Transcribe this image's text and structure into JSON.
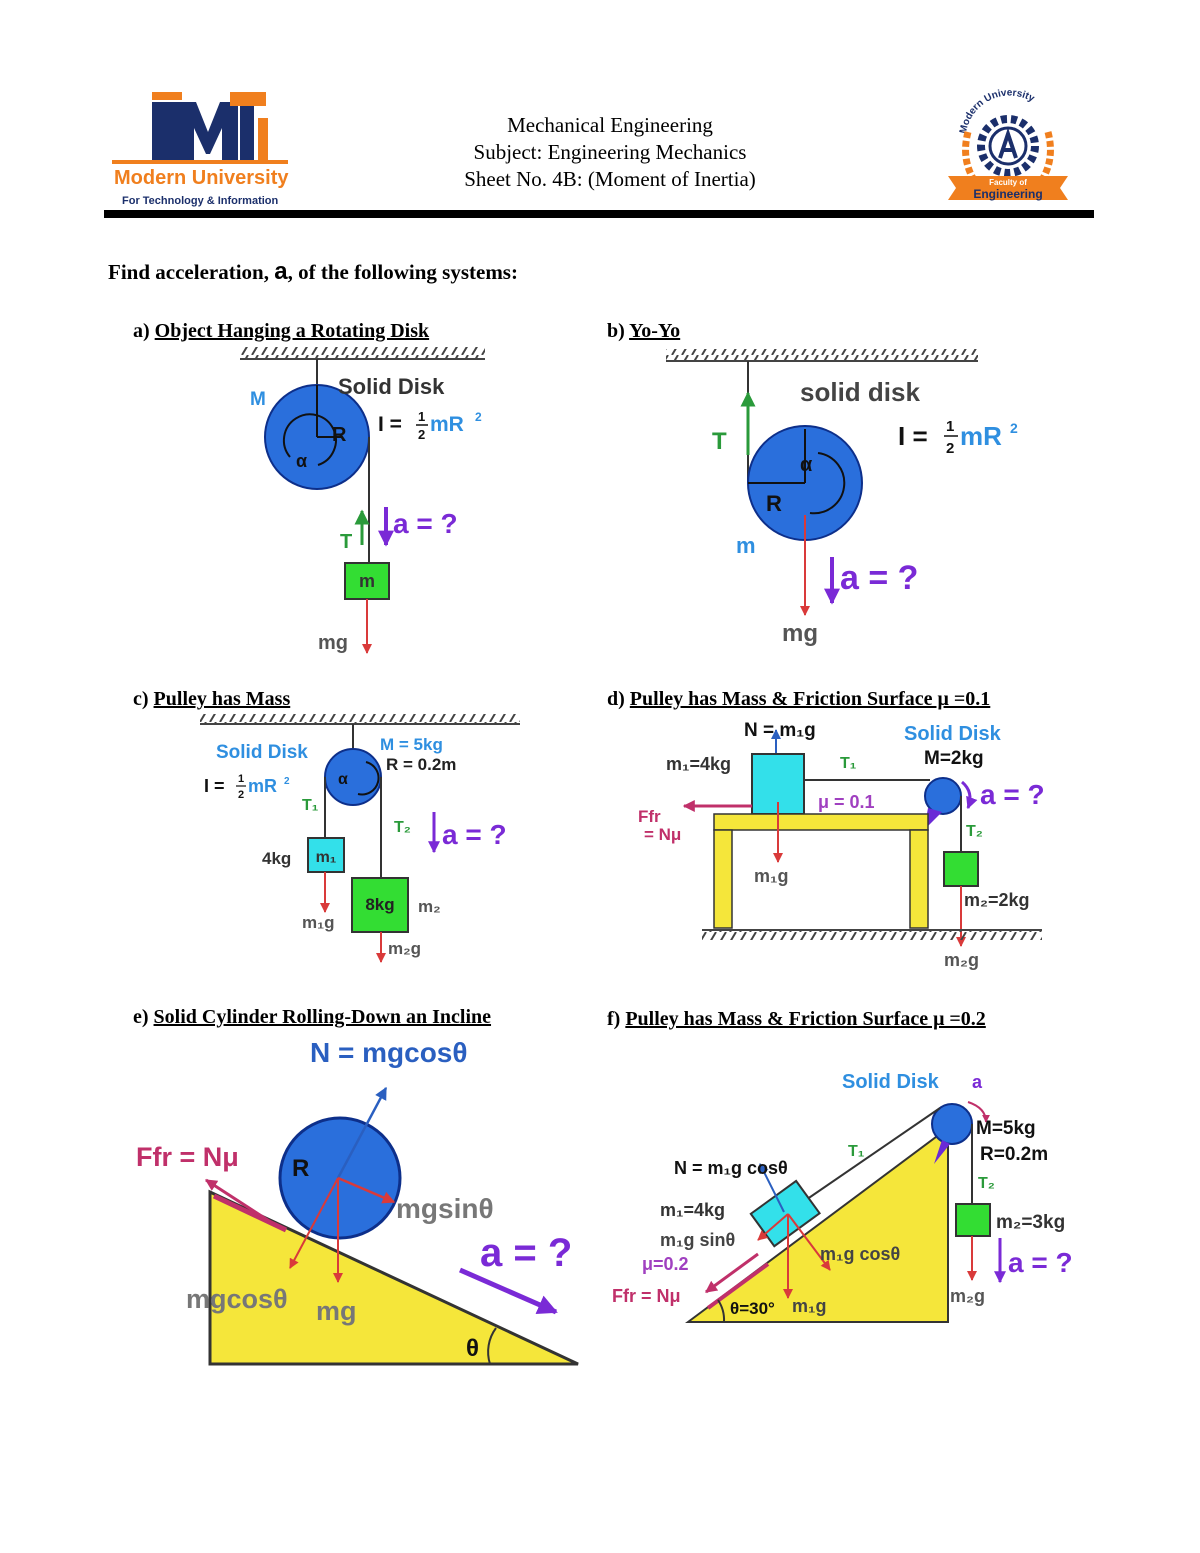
{
  "header": {
    "left_logo": {
      "mark": "MTI",
      "name": "Modern University",
      "tagline": "For Technology & Information"
    },
    "lines": [
      "Mechanical Engineering",
      "Subject: Engineering Mechanics",
      "Sheet No. 4B: (Moment of Inertia)"
    ],
    "right_logo": {
      "arc_text": "Modern University",
      "ribbon1": "Faculty of",
      "ribbon2": "Engineering"
    }
  },
  "question": {
    "prefix": "Find acceleration, ",
    "var": "a",
    "suffix": ", of the following systems:"
  },
  "problems": [
    {
      "letter": "a)",
      "title": "Object Hanging a Rotating Disk",
      "labels": {
        "M": "M",
        "disk": "Solid Disk",
        "I": "I =",
        "half_n": "1",
        "half_d": "2",
        "mR": "mR",
        "sq": "2",
        "R": "R",
        "alpha": "α",
        "T": "T",
        "a": "a = ?",
        "m": "m",
        "mg": "mg"
      }
    },
    {
      "letter": "b)",
      "title": "Yo-Yo",
      "labels": {
        "disk": "solid disk",
        "I": "I =",
        "half_n": "1",
        "half_d": "2",
        "mR": "mR",
        "sq": "2",
        "T": "T",
        "alpha": "α",
        "R": "R",
        "m": "m",
        "a": "a = ?",
        "mg": "mg"
      }
    },
    {
      "letter": "c)",
      "title": "Pulley has Mass",
      "labels": {
        "disk": "Solid Disk",
        "I": "I =",
        "half_n": "1",
        "half_d": "2",
        "mR": "mR",
        "sq": "2",
        "M": "M = 5kg",
        "R": "R = 0.2m",
        "alpha": "α",
        "T1": "T₁",
        "T2": "T₂",
        "a": "a = ?",
        "m1_mass": "4kg",
        "m1": "m₁",
        "m1g": "m₁g",
        "m2_mass": "8kg",
        "m2": "m₂",
        "m2g": "m₂g"
      }
    },
    {
      "letter": "d)",
      "title": "Pulley has Mass & Friction Surface μ =0.1",
      "labels": {
        "N": "N = m₁g",
        "disk": "Solid Disk",
        "M": "M=2kg",
        "m1": "m₁=4kg",
        "T1": "T₁",
        "mu": "μ = 0.1",
        "a": "a = ?",
        "Ffr": "Ffr",
        "Nmu": "= Nμ",
        "T2": "T₂",
        "m1g": "m₁g",
        "m2": "m₂=2kg",
        "m2g": "m₂g"
      }
    },
    {
      "letter": "e)",
      "title": "Solid Cylinder Rolling-Down an Incline",
      "labels": {
        "N": "N = mgcosθ",
        "Ffr": "Ffr = Nμ",
        "R": "R",
        "mgsin": "mgsinθ",
        "a": "a = ?",
        "mgcos": "mgcosθ",
        "mg": "mg",
        "theta": "θ"
      }
    },
    {
      "letter": "f)",
      "title": "Pulley has Mass & Friction Surface μ =0.2",
      "labels": {
        "disk": "Solid Disk",
        "alpha": "a",
        "M": "M=5kg",
        "R": "R=0.2m",
        "T1": "T₁",
        "T2": "T₂",
        "N": "N = m₁g cosθ",
        "m1": "m₁=4kg",
        "m1gsin": "m₁g sinθ",
        "mu": "μ=0.2",
        "Ffr": "Ffr = Nμ",
        "m1gcos": "m₁g cosθ",
        "theta": "θ=30°",
        "m1g": "m₁g",
        "m2": "m₂=3kg",
        "a": "a = ?",
        "m2g": "m₂g"
      }
    }
  ],
  "colors": {
    "disk": "#2a6fdc",
    "disk_edge": "#0d2f8a",
    "label_blue": "#2f8fe0",
    "tension": "#2a9a3a",
    "weight": "#d93a3a",
    "accel": "#7a2ad6",
    "incline": "#f5e63a",
    "mass_green": "#33dd33",
    "mass_cyan": "#33e0ea",
    "logo_orange": "#f07f1e",
    "logo_navy": "#1b2f6b"
  }
}
